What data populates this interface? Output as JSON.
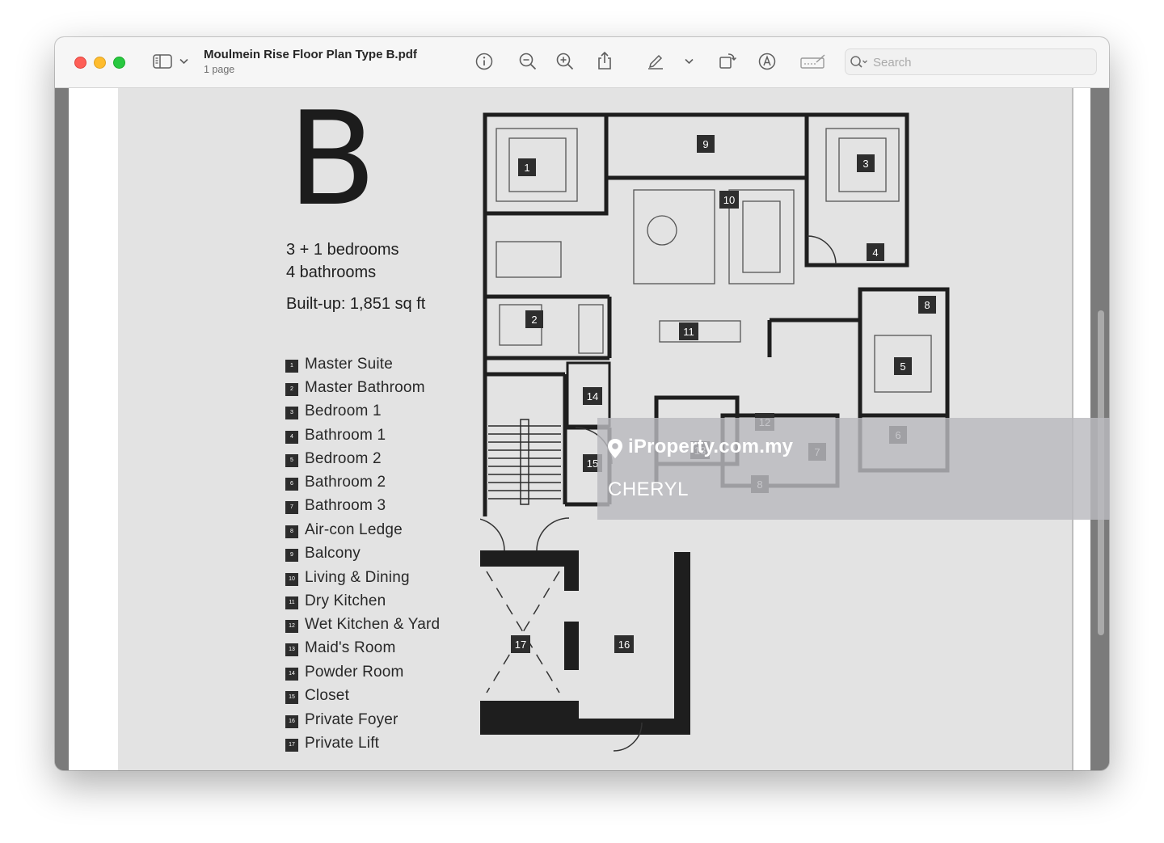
{
  "window": {
    "document_title": "Moulmein Rise Floor Plan Type B.pdf",
    "page_count": "1 page"
  },
  "toolbar": {
    "icons": [
      "sidebar-icon",
      "chevron-down-icon",
      "info-icon",
      "zoom-out-icon",
      "zoom-in-icon",
      "share-icon",
      "markup-pen-icon",
      "chevron-down-icon",
      "rotate-icon",
      "annotate-icon",
      "signature-icon",
      "search-icon"
    ]
  },
  "search": {
    "placeholder": "Search"
  },
  "document": {
    "type_letter": "B",
    "bedrooms": "3 + 1 bedrooms",
    "bathrooms": "4 bathrooms",
    "built_up": "Built-up: 1,851 sq ft",
    "legend": [
      {
        "num": "1",
        "label": "Master Suite"
      },
      {
        "num": "2",
        "label": "Master Bathroom"
      },
      {
        "num": "3",
        "label": "Bedroom 1"
      },
      {
        "num": "4",
        "label": "Bathroom 1"
      },
      {
        "num": "5",
        "label": "Bedroom 2"
      },
      {
        "num": "6",
        "label": "Bathroom 2"
      },
      {
        "num": "7",
        "label": "Bathroom 3"
      },
      {
        "num": "8",
        "label": "Air-con Ledge"
      },
      {
        "num": "9",
        "label": "Balcony"
      },
      {
        "num": "10",
        "label": "Living & Dining"
      },
      {
        "num": "11",
        "label": "Dry Kitchen"
      },
      {
        "num": "12",
        "label": "Wet Kitchen & Yard"
      },
      {
        "num": "13",
        "label": "Maid's Room"
      },
      {
        "num": "14",
        "label": "Powder Room"
      },
      {
        "num": "15",
        "label": "Closet"
      },
      {
        "num": "16",
        "label": "Private Foyer"
      },
      {
        "num": "17",
        "label": "Private Lift"
      }
    ],
    "plan_markers": [
      "1",
      "2",
      "3",
      "4",
      "5",
      "6",
      "7",
      "8",
      "8",
      "9",
      "10",
      "11",
      "12",
      "13",
      "14",
      "15",
      "16",
      "17"
    ]
  },
  "watermark": {
    "brand": "iProperty.com.my",
    "agent": "CHERYL"
  }
}
